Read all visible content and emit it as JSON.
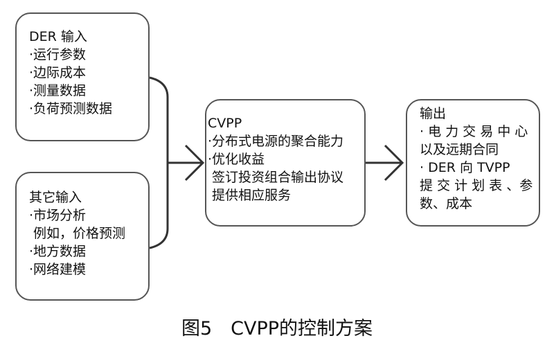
{
  "der_input": {
    "title": "DER 输入",
    "items": [
      "·运行参数",
      "·边际成本",
      "·测量数据",
      "·负荷预测数据"
    ]
  },
  "other_input": {
    "title": "其它输入",
    "items": [
      "·市场分析",
      " 例如，价格预测",
      "·地方数据",
      "·网络建模"
    ]
  },
  "cvpp": {
    "title": "CVPP",
    "items": [
      "·分布式电源的聚合能力",
      "·优化收益",
      " 签订投资组合输出协议",
      " 提供相应服务"
    ]
  },
  "output": {
    "title": "输出",
    "items": [
      "· 电 力 交 易 中 心",
      "以及远期合同",
      "· DER 向 TVPP",
      "提 交 计 划 表 、参",
      "数、成本"
    ]
  },
  "caption": "图5　CVPP的控制方案"
}
